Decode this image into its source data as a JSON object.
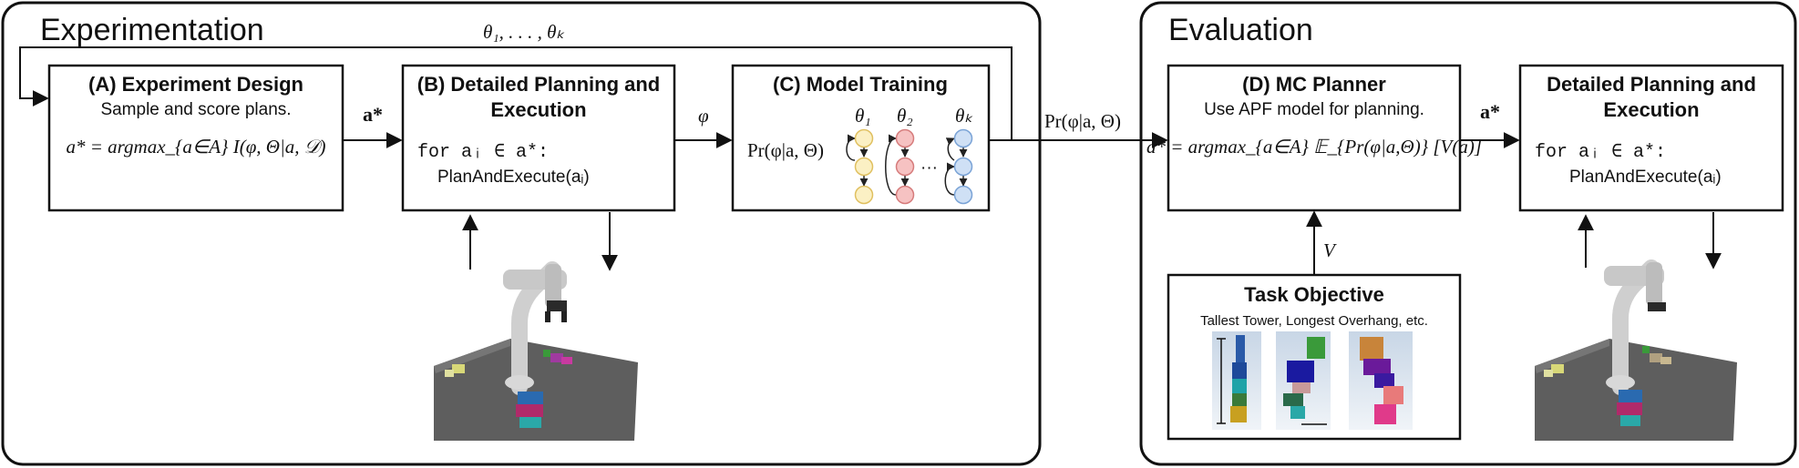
{
  "sections": {
    "experimentation": "Experimentation",
    "evaluation": "Evaluation"
  },
  "feedback_label": "θ₁, . . . , θₖ",
  "boxes": {
    "experiment_design": {
      "title": "(A) Experiment Design",
      "subtitle": "Sample and score plans.",
      "formula": "a* = argmax_{a∈A} I(φ, Θ|a, 𝒟)"
    },
    "detailed_planning_a": {
      "title_line1": "(B) Detailed Planning and",
      "title_line2": "Execution",
      "code_line1": "for aᵢ ∈ a*:",
      "code_line2": "PlanAndExecute(aᵢ)"
    },
    "model_training": {
      "title": "(C) Model Training",
      "formula": "Pr(φ|a, Θ)",
      "theta_labels": [
        "θ₁",
        "θ₂",
        "θₖ"
      ],
      "ellipsis": "···"
    },
    "mc_planner": {
      "title": "(D) MC Planner",
      "subtitle": "Use APF model for planning.",
      "formula": "a* = argmax_{a∈A} 𝔼_{Pr(φ|a,Θ)} [V(a)]"
    },
    "detailed_planning_b": {
      "title_line1": "Detailed Planning and",
      "title_line2": "Execution",
      "code_line1": "for aᵢ ∈ a*:",
      "code_line2": "PlanAndExecute(aᵢ)"
    },
    "task_objective": {
      "title": "Task Objective",
      "subtitle": "Tallest Tower, Longest Overhang, etc."
    }
  },
  "arrow_labels": {
    "a_star_1": "a*",
    "phi": "φ",
    "pr": "Pr(φ|a, Θ)",
    "a_star_2": "a*",
    "v": "V"
  },
  "colors": {
    "node_yellow_fill": "#fbf0c4",
    "node_yellow_stroke": "#e0c060",
    "node_red_fill": "#f6c2c2",
    "node_red_stroke": "#d67c7c",
    "node_blue_fill": "#cfe0f5",
    "node_blue_stroke": "#7aa3d6",
    "table_gray": "#5e5e5e"
  }
}
